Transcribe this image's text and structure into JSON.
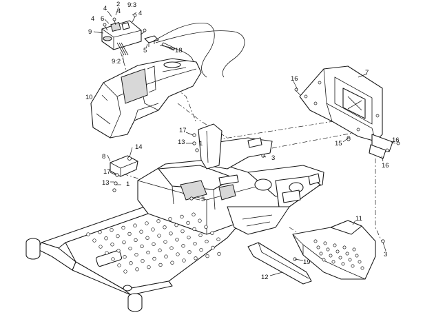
{
  "callouts": {
    "c4a": "4",
    "c2": "2",
    "c4b": "4",
    "c6": "6",
    "c9_3": "9:3",
    "c4c": "4",
    "c9": "9",
    "c4d": "4",
    "c5": "5",
    "c18": "18",
    "c9_2": "9:2",
    "c10": "10",
    "c7": "7",
    "c16a": "16",
    "c16b": "16",
    "c15": "15",
    "c16c": "16",
    "c17a": "17",
    "c13a": "13",
    "c1a": "1",
    "c3a": "3",
    "c8": "8",
    "c14": "14",
    "c17b": "17",
    "c13b": "13",
    "c1b": "1",
    "c3b": "3",
    "c11": "11",
    "c3c": "3",
    "c19": "19",
    "c12": "12"
  }
}
